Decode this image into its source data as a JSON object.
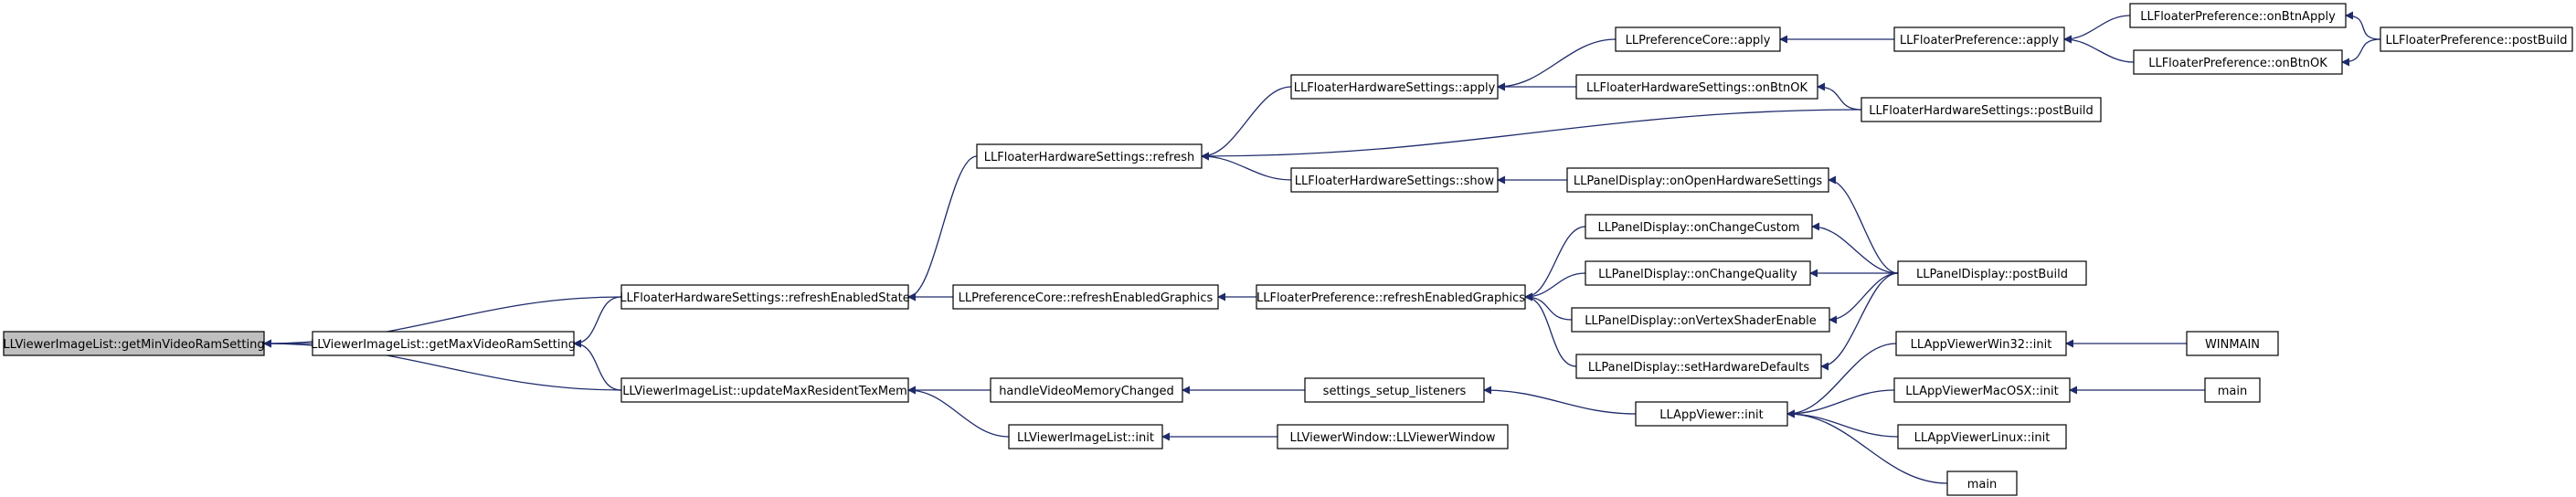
{
  "nodes": [
    {
      "id": "root",
      "label": "LLViewerImageList::getMinVideoRamSetting",
      "root": true
    },
    {
      "id": "getMax",
      "label": "LLViewerImageList::getMaxVideoRamSetting"
    },
    {
      "id": "refreshEnabledState",
      "label": "LLFloaterHardwareSettings::refreshEnabledState"
    },
    {
      "id": "updateMax",
      "label": "LLViewerImageList::updateMaxResidentTexMem"
    },
    {
      "id": "refresh",
      "label": "LLFloaterHardwareSettings::refresh"
    },
    {
      "id": "prefCoreRefresh",
      "label": "LLPreferenceCore::refreshEnabledGraphics"
    },
    {
      "id": "handleVMC",
      "label": "handleVideoMemoryChanged"
    },
    {
      "id": "imgListInit",
      "label": "LLViewerImageList::init"
    },
    {
      "id": "fhsApply",
      "label": "LLFloaterHardwareSettings::apply"
    },
    {
      "id": "fhsShow",
      "label": "LLFloaterHardwareSettings::show"
    },
    {
      "id": "fprefRefresh",
      "label": "LLFloaterPreference::refreshEnabledGraphics"
    },
    {
      "id": "settingsListeners",
      "label": "settings_setup_listeners"
    },
    {
      "id": "viewerWindow",
      "label": "LLViewerWindow::LLViewerWindow"
    },
    {
      "id": "pcApply",
      "label": "LLPreferenceCore::apply"
    },
    {
      "id": "fhsOnBtnOK",
      "label": "LLFloaterHardwareSettings::onBtnOK"
    },
    {
      "id": "pdOnOpenHW",
      "label": "LLPanelDisplay::onOpenHardwareSettings"
    },
    {
      "id": "pdOnChangeCustom",
      "label": "LLPanelDisplay::onChangeCustom"
    },
    {
      "id": "pdOnChangeQuality",
      "label": "LLPanelDisplay::onChangeQuality"
    },
    {
      "id": "pdOnVSE",
      "label": "LLPanelDisplay::onVertexShaderEnable"
    },
    {
      "id": "pdSetHWDefaults",
      "label": "LLPanelDisplay::setHardwareDefaults"
    },
    {
      "id": "appViewerInit",
      "label": "LLAppViewer::init"
    },
    {
      "id": "fpApply",
      "label": "LLFloaterPreference::apply"
    },
    {
      "id": "fhsPostBuild",
      "label": "LLFloaterHardwareSettings::postBuild"
    },
    {
      "id": "pdPostBuild",
      "label": "LLPanelDisplay::postBuild"
    },
    {
      "id": "avWin32",
      "label": "LLAppViewerWin32::init"
    },
    {
      "id": "avMac",
      "label": "LLAppViewerMacOSX::init"
    },
    {
      "id": "avLinux",
      "label": "LLAppViewerLinux::init"
    },
    {
      "id": "main1",
      "label": "main"
    },
    {
      "id": "fpOnBtnApply",
      "label": "LLFloaterPreference::onBtnApply"
    },
    {
      "id": "fpOnBtnOK",
      "label": "LLFloaterPreference::onBtnOK"
    },
    {
      "id": "fpPostBuild",
      "label": "LLFloaterPreference::postBuild"
    },
    {
      "id": "winmain",
      "label": "WINMAIN"
    },
    {
      "id": "main2",
      "label": "main"
    }
  ],
  "edges": [
    [
      "getMax",
      "root"
    ],
    [
      "refreshEnabledState",
      "root"
    ],
    [
      "updateMax",
      "root"
    ],
    [
      "refreshEnabledState",
      "getMax"
    ],
    [
      "updateMax",
      "getMax"
    ],
    [
      "refresh",
      "refreshEnabledState"
    ],
    [
      "prefCoreRefresh",
      "refreshEnabledState"
    ],
    [
      "handleVMC",
      "updateMax"
    ],
    [
      "imgListInit",
      "updateMax"
    ],
    [
      "fhsApply",
      "refresh"
    ],
    [
      "fhsShow",
      "refresh"
    ],
    [
      "fhsPostBuild",
      "refresh"
    ],
    [
      "fprefRefresh",
      "prefCoreRefresh"
    ],
    [
      "settingsListeners",
      "handleVMC"
    ],
    [
      "viewerWindow",
      "imgListInit"
    ],
    [
      "pcApply",
      "fhsApply"
    ],
    [
      "fhsOnBtnOK",
      "fhsApply"
    ],
    [
      "pdOnOpenHW",
      "fhsShow"
    ],
    [
      "pdOnChangeCustom",
      "fprefRefresh"
    ],
    [
      "pdOnChangeQuality",
      "fprefRefresh"
    ],
    [
      "pdOnVSE",
      "fprefRefresh"
    ],
    [
      "pdSetHWDefaults",
      "fprefRefresh"
    ],
    [
      "appViewerInit",
      "settingsListeners"
    ],
    [
      "fpApply",
      "pcApply"
    ],
    [
      "fhsPostBuild",
      "fhsOnBtnOK"
    ],
    [
      "pdPostBuild",
      "pdOnOpenHW"
    ],
    [
      "pdPostBuild",
      "pdOnChangeCustom"
    ],
    [
      "pdPostBuild",
      "pdOnChangeQuality"
    ],
    [
      "pdPostBuild",
      "pdOnVSE"
    ],
    [
      "pdPostBuild",
      "pdSetHWDefaults"
    ],
    [
      "avWin32",
      "appViewerInit"
    ],
    [
      "avMac",
      "appViewerInit"
    ],
    [
      "avLinux",
      "appViewerInit"
    ],
    [
      "main1",
      "appViewerInit"
    ],
    [
      "fpOnBtnApply",
      "fpApply"
    ],
    [
      "fpOnBtnOK",
      "fpApply"
    ],
    [
      "fpPostBuild",
      "fpOnBtnApply"
    ],
    [
      "fpPostBuild",
      "fpOnBtnOK"
    ],
    [
      "winmain",
      "avWin32"
    ],
    [
      "main2",
      "avMac"
    ]
  ],
  "colors": {
    "edge": "#1f2a6b",
    "root_fill": "#bfbfbf",
    "node_fill": "#ffffff",
    "border": "#000000"
  }
}
